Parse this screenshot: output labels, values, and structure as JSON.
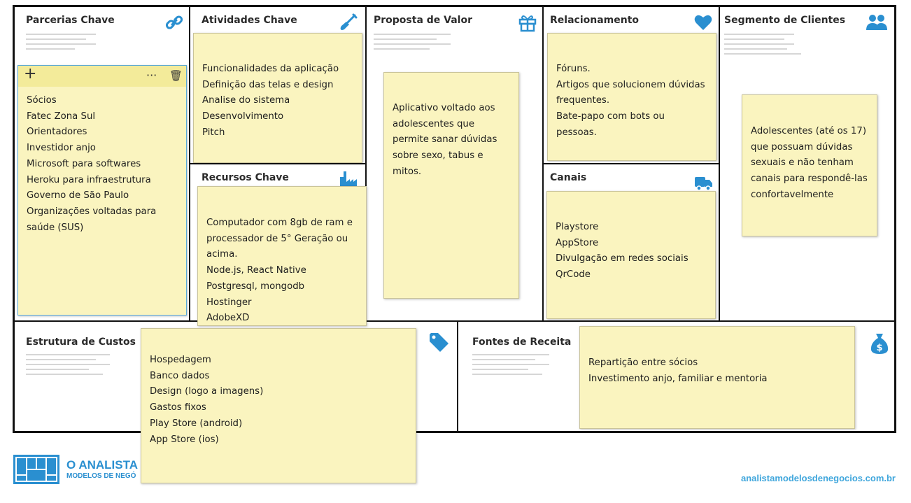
{
  "cells": {
    "parcerias": "Parcerias Chave",
    "atividades": "Atividades Chave",
    "proposta": "Proposta de Valor",
    "relacionamento": "Relacionamento",
    "segmento": "Segmento de Clientes",
    "recursos": "Recursos Chave",
    "canais": "Canais",
    "custos": "Estrutura de Custos",
    "receita": "Fontes de Receita"
  },
  "icons": {
    "parcerias": "link-icon",
    "atividades": "shovel-icon",
    "proposta": "gift-icon",
    "relacionamento": "heart-icon",
    "segmento": "users-icon",
    "recursos": "factory-icon",
    "canais": "truck-icon",
    "custos": "tag-icon",
    "receita": "money-bag-icon"
  },
  "notes": {
    "parcerias": [
      "Sócios",
      "Fatec Zona Sul",
      "Orientadores",
      "Investidor anjo",
      "Microsoft para softwares",
      "Heroku para infraestrutura",
      "Governo de São Paulo",
      "Organizações voltadas para saúde (SUS)"
    ],
    "atividades": [
      "Funcionalidades da aplicação",
      "Definição das telas e design",
      "Analise do sistema",
      "Desenvolvimento",
      "Pitch"
    ],
    "proposta": [
      "Aplicativo voltado aos adolescentes que permite sanar dúvidas sobre sexo, tabus e mitos."
    ],
    "relacionamento": [
      "Fóruns.",
      "Artigos que solucionem dúvidas frequentes.",
      "Bate-papo com bots ou pessoas."
    ],
    "segmento": [
      "Adolescentes (até os 17) que possuam dúvidas sexuais e não tenham canais para respondê-las confortavelmente"
    ],
    "recursos": [
      "Computador com 8gb de ram e processador de 5° Geração ou acima.",
      "Node.js, React Native",
      "Postgresql, mongodb",
      "Hostinger",
      "AdobeXD"
    ],
    "canais": [
      "Playstore",
      "AppStore",
      "Divulgação em redes sociais",
      "QrCode"
    ],
    "custos": [
      "Hospedagem",
      "Banco dados",
      "Design (logo a imagens)",
      "Gastos fixos",
      "Play Store (android)",
      "App Store (ios)"
    ],
    "receita": [
      "Repartição entre sócios",
      "Investimento anjo, familiar e mentoria"
    ]
  },
  "toolbar": {
    "add": "+",
    "more": "···",
    "delete": "🗑"
  },
  "footer": {
    "brand": "O ANALISTA",
    "brand_sub": "MODELOS DE NEGÓ",
    "url": "analistamodelosdenegocios.com.br"
  },
  "colors": {
    "accent": "#2a8fd0",
    "sticky": "#faf4bf",
    "sticky_toolbar": "#f3eb9a",
    "url": "#3fa6dc"
  }
}
